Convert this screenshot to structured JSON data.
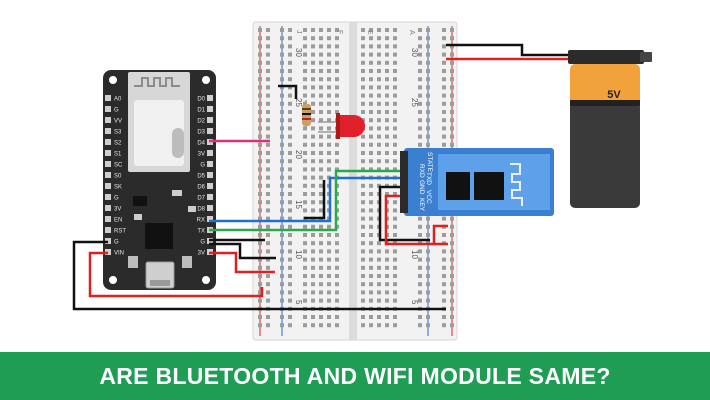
{
  "banner": {
    "title": "ARE BLUETOOTH AND WIFI MODULE SAME?",
    "background_color": "#1f9d55",
    "text_color": "#ffffff"
  },
  "esp_board": {
    "pins_left": [
      "A0",
      "G",
      "VV",
      "S3",
      "S2",
      "S1",
      "SC",
      "S0",
      "SK",
      "G",
      "3V",
      "EN",
      "RST",
      "G",
      "VIN"
    ],
    "pins_right": [
      "D0",
      "D1",
      "D2",
      "D3",
      "D4",
      "3V",
      "G",
      "D5",
      "D6",
      "D7",
      "D8",
      "RX",
      "TX",
      "G",
      "3V"
    ],
    "board_color": "#2b2b2b"
  },
  "breadboard": {
    "row_numbers": [
      "30",
      "25",
      "20",
      "15",
      "10",
      "5"
    ],
    "column_letters": [
      "J",
      "F",
      "E",
      "A"
    ]
  },
  "bluetooth_module": {
    "pin_labels": [
      "STATE",
      "RXD",
      "TXD",
      "GND",
      "VCC",
      "KEY"
    ],
    "board_color": "#3a7fd0"
  },
  "battery": {
    "label": "5V",
    "top_color": "#f2a23a",
    "body_color": "#3a3a3a"
  },
  "wire_colors": {
    "red": "#e02020",
    "black": "#111111",
    "blue": "#1e6fd9",
    "green": "#2aa84a",
    "pink": "#e0307a"
  }
}
